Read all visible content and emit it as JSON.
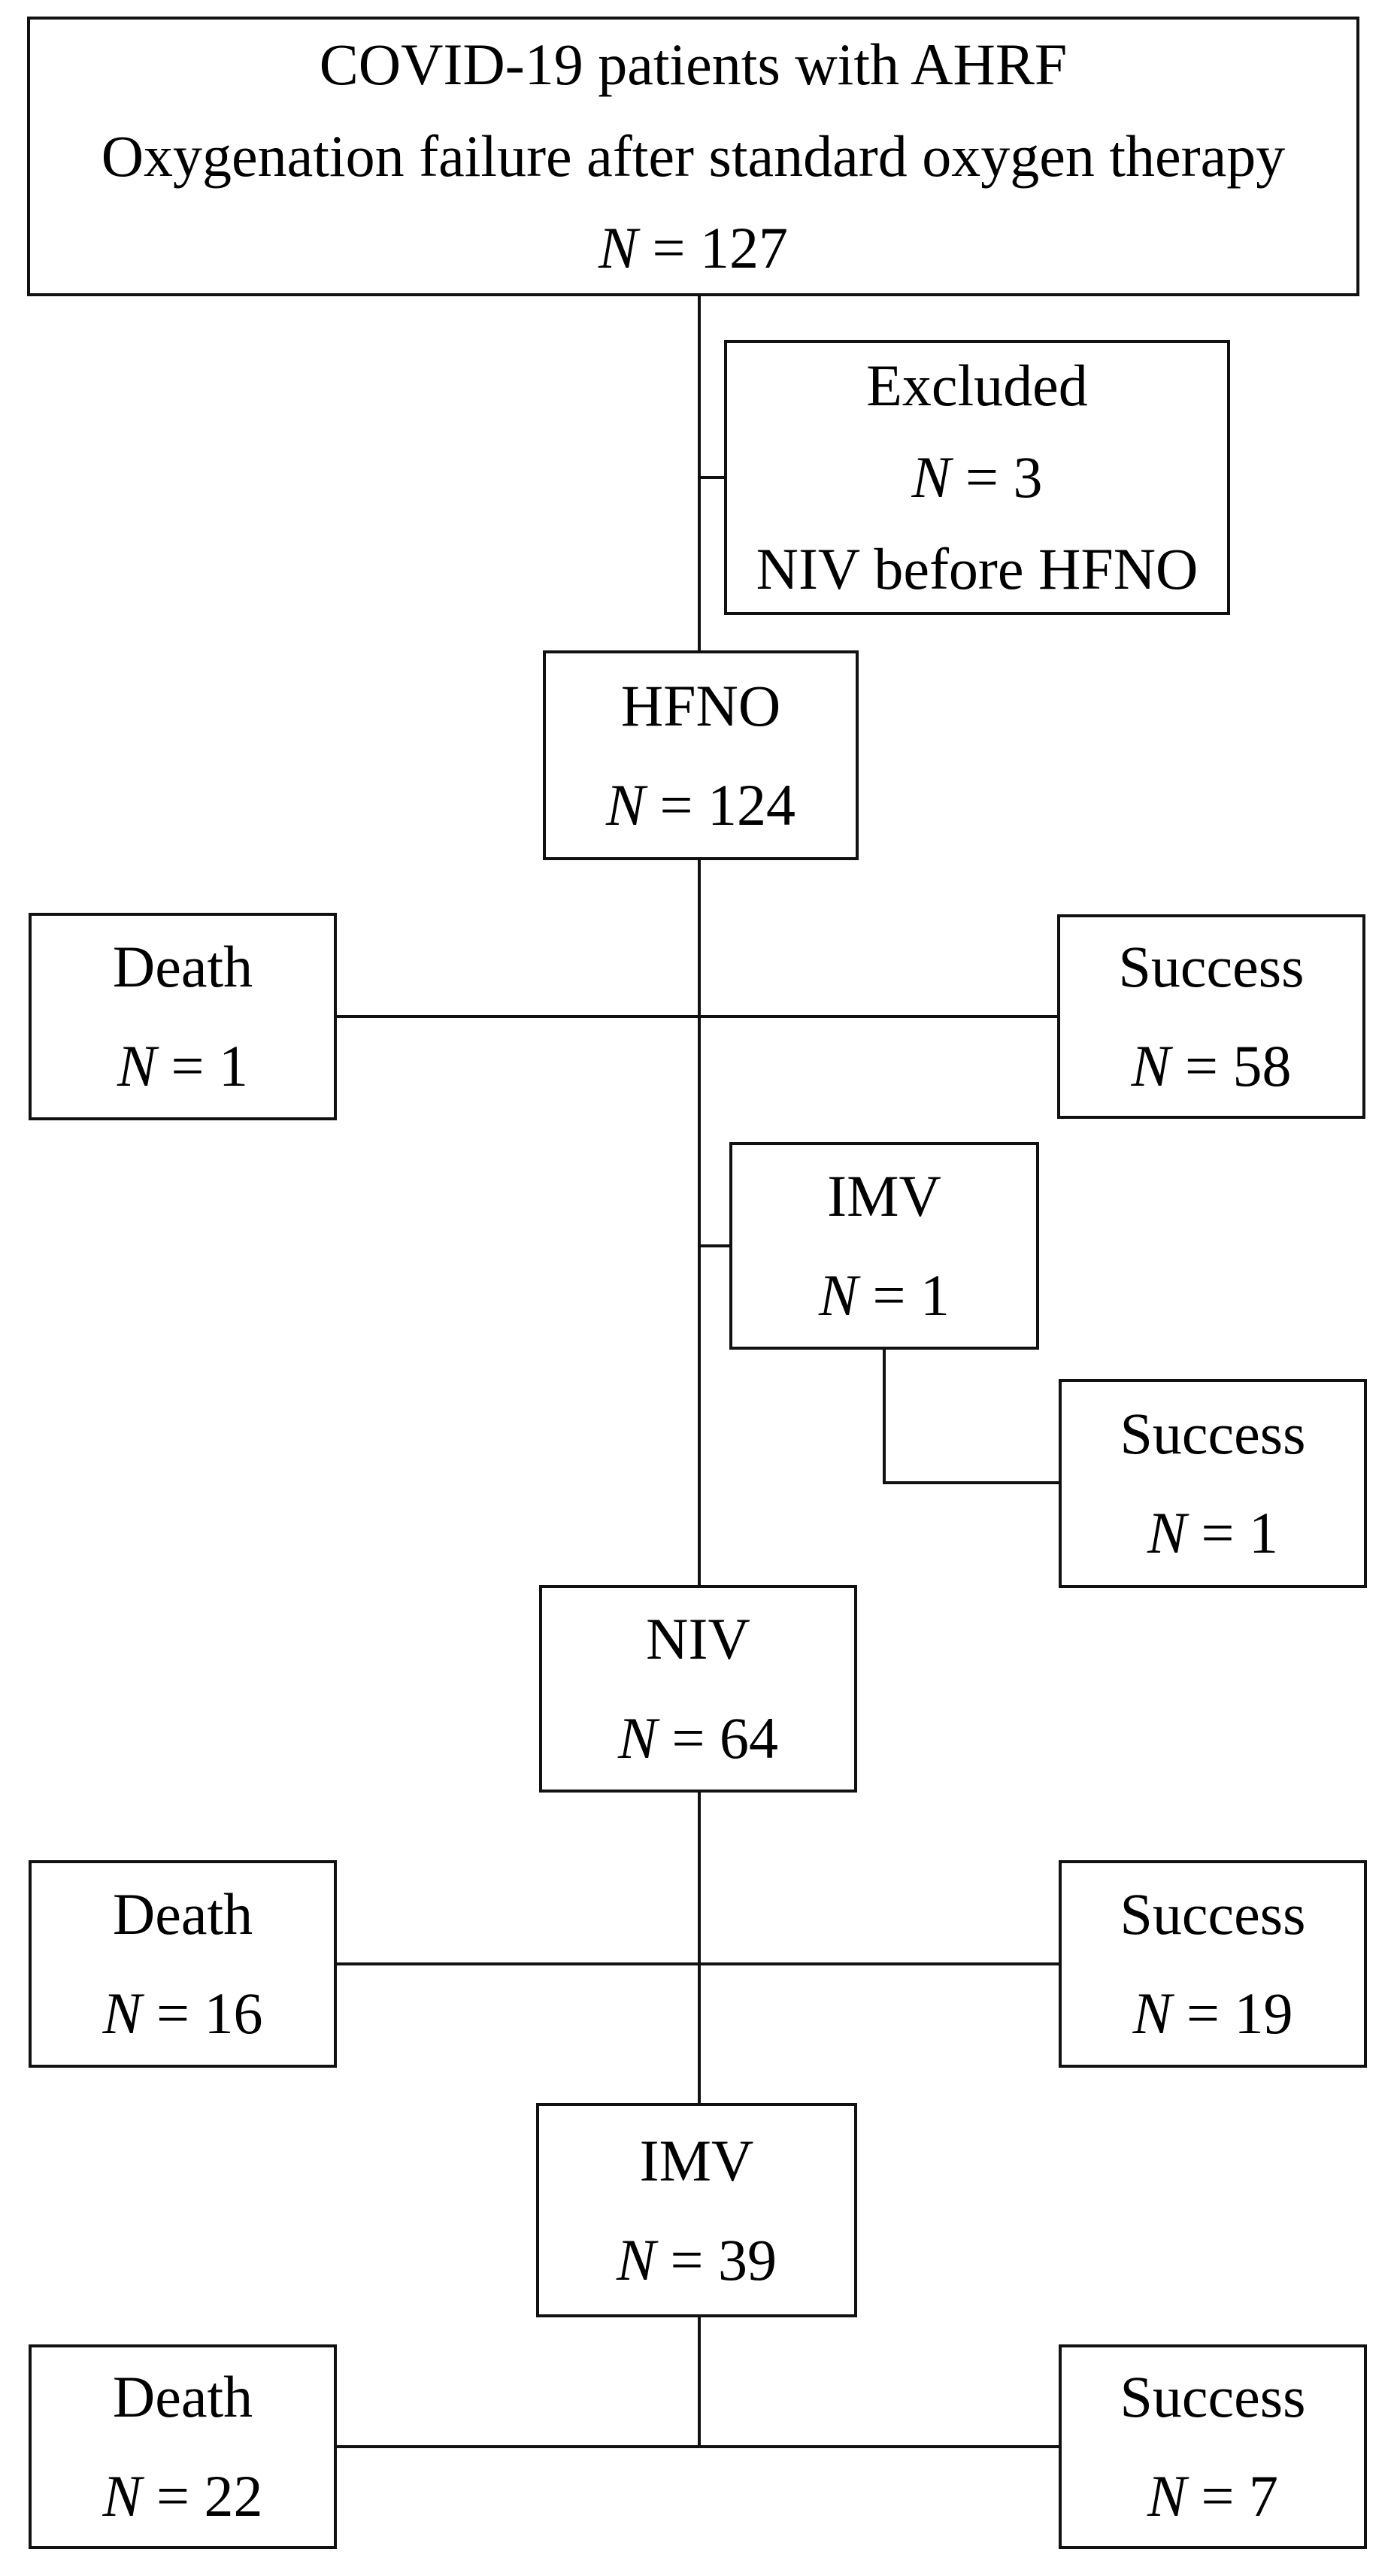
{
  "figure": {
    "background_color": "#ffffff",
    "line_color": "#111111",
    "text_color": "#000000",
    "boxes": {
      "root": {
        "line1": "COVID-19 patients with AHRF",
        "line2": "Oxygenation failure after standard oxygen therapy",
        "n_label": "N",
        "n_value": "= 127"
      },
      "excluded": {
        "title": "Excluded",
        "n_label": "N",
        "n_value": "= 3",
        "note": "NIV before HFNO"
      },
      "hfno": {
        "title": "HFNO",
        "n_label": "N",
        "n_value": "= 124"
      },
      "hfno_death": {
        "title": "Death",
        "n_label": "N",
        "n_value": "= 1"
      },
      "hfno_success": {
        "title": "Success",
        "n_label": "N",
        "n_value": "= 58"
      },
      "imv_early": {
        "title": "IMV",
        "n_label": "N",
        "n_value": "= 1"
      },
      "imv_early_success": {
        "title": "Success",
        "n_label": "N",
        "n_value": "= 1"
      },
      "niv": {
        "title": "NIV",
        "n_label": "N",
        "n_value": "= 64"
      },
      "niv_death": {
        "title": "Death",
        "n_label": "N",
        "n_value": "= 16"
      },
      "niv_success": {
        "title": "Success",
        "n_label": "N",
        "n_value": "= 19"
      },
      "imv": {
        "title": "IMV",
        "n_label": "N",
        "n_value": "= 39"
      },
      "imv_death": {
        "title": "Death",
        "n_label": "N",
        "n_value": "= 22"
      },
      "imv_success": {
        "title": "Success",
        "n_label": "N",
        "n_value": "= 7"
      }
    }
  }
}
